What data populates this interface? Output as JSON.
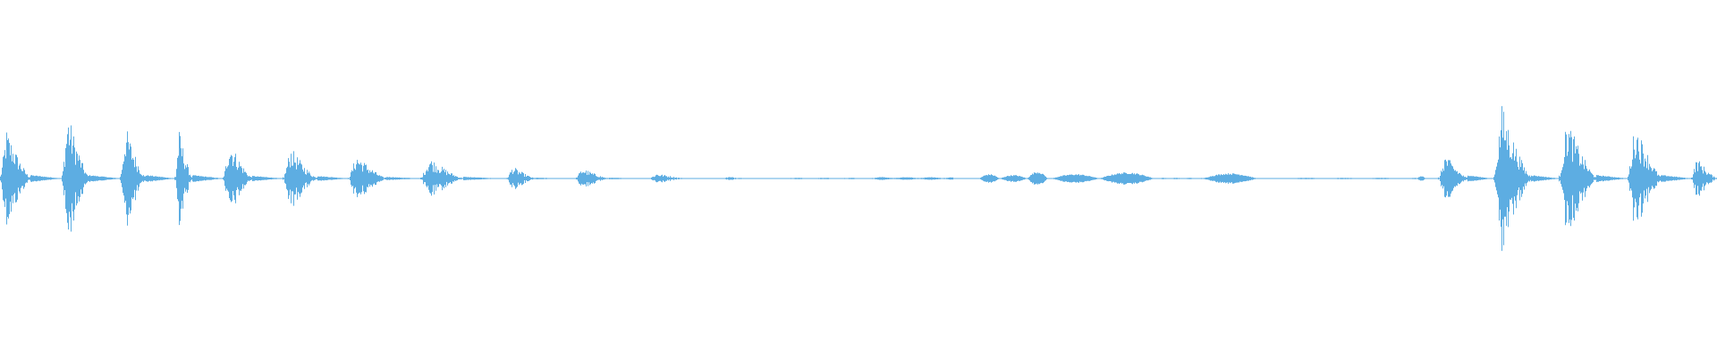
{
  "waveform": {
    "color": "#5dade2",
    "background": "#ffffff",
    "segments": [
      {
        "start": 0.0,
        "end": 0.018,
        "amp": 0.28,
        "shape": "burst"
      },
      {
        "start": 0.018,
        "end": 0.036,
        "amp": 0.02,
        "shape": "tail"
      },
      {
        "start": 0.036,
        "end": 0.052,
        "amp": 0.38,
        "shape": "burst"
      },
      {
        "start": 0.052,
        "end": 0.07,
        "amp": 0.02,
        "shape": "tail"
      },
      {
        "start": 0.07,
        "end": 0.085,
        "amp": 0.3,
        "shape": "burst"
      },
      {
        "start": 0.085,
        "end": 0.102,
        "amp": 0.02,
        "shape": "tail"
      },
      {
        "start": 0.102,
        "end": 0.112,
        "amp": 0.28,
        "shape": "burst"
      },
      {
        "start": 0.112,
        "end": 0.13,
        "amp": 0.02,
        "shape": "tail"
      },
      {
        "start": 0.13,
        "end": 0.147,
        "amp": 0.22,
        "shape": "burst"
      },
      {
        "start": 0.147,
        "end": 0.165,
        "amp": 0.015,
        "shape": "tail"
      },
      {
        "start": 0.165,
        "end": 0.185,
        "amp": 0.18,
        "shape": "burst"
      },
      {
        "start": 0.185,
        "end": 0.203,
        "amp": 0.015,
        "shape": "tail"
      },
      {
        "start": 0.203,
        "end": 0.225,
        "amp": 0.14,
        "shape": "burst"
      },
      {
        "start": 0.225,
        "end": 0.245,
        "amp": 0.01,
        "shape": "tail"
      },
      {
        "start": 0.245,
        "end": 0.27,
        "amp": 0.12,
        "shape": "burst"
      },
      {
        "start": 0.27,
        "end": 0.292,
        "amp": 0.01,
        "shape": "tail"
      },
      {
        "start": 0.295,
        "end": 0.312,
        "amp": 0.07,
        "shape": "burst"
      },
      {
        "start": 0.312,
        "end": 0.33,
        "amp": 0.005,
        "shape": "tail"
      },
      {
        "start": 0.335,
        "end": 0.355,
        "amp": 0.06,
        "shape": "burst"
      },
      {
        "start": 0.355,
        "end": 0.372,
        "amp": 0.005,
        "shape": "tail"
      },
      {
        "start": 0.378,
        "end": 0.4,
        "amp": 0.03,
        "shape": "burst"
      },
      {
        "start": 0.42,
        "end": 0.44,
        "amp": 0.01,
        "shape": "burst"
      },
      {
        "start": 0.46,
        "end": 0.51,
        "amp": 0.004,
        "shape": "hum"
      },
      {
        "start": 0.51,
        "end": 0.555,
        "amp": 0.008,
        "shape": "hum"
      },
      {
        "start": 0.57,
        "end": 0.582,
        "amp": 0.025,
        "shape": "blob"
      },
      {
        "start": 0.582,
        "end": 0.598,
        "amp": 0.02,
        "shape": "blob"
      },
      {
        "start": 0.598,
        "end": 0.61,
        "amp": 0.04,
        "shape": "blob"
      },
      {
        "start": 0.612,
        "end": 0.64,
        "amp": 0.025,
        "shape": "blob"
      },
      {
        "start": 0.64,
        "end": 0.672,
        "amp": 0.035,
        "shape": "blob"
      },
      {
        "start": 0.675,
        "end": 0.7,
        "amp": 0.004,
        "shape": "hum"
      },
      {
        "start": 0.7,
        "end": 0.732,
        "amp": 0.03,
        "shape": "blob"
      },
      {
        "start": 0.755,
        "end": 0.825,
        "amp": 0.004,
        "shape": "hum"
      },
      {
        "start": 0.825,
        "end": 0.83,
        "amp": 0.015,
        "shape": "blob"
      },
      {
        "start": 0.838,
        "end": 0.855,
        "amp": 0.14,
        "shape": "burst"
      },
      {
        "start": 0.855,
        "end": 0.868,
        "amp": 0.02,
        "shape": "tail"
      },
      {
        "start": 0.87,
        "end": 0.892,
        "amp": 0.42,
        "shape": "burst"
      },
      {
        "start": 0.892,
        "end": 0.908,
        "amp": 0.02,
        "shape": "tail"
      },
      {
        "start": 0.908,
        "end": 0.93,
        "amp": 0.34,
        "shape": "burst"
      },
      {
        "start": 0.93,
        "end": 0.948,
        "amp": 0.02,
        "shape": "tail"
      },
      {
        "start": 0.948,
        "end": 0.968,
        "amp": 0.32,
        "shape": "burst"
      },
      {
        "start": 0.968,
        "end": 0.985,
        "amp": 0.02,
        "shape": "tail"
      },
      {
        "start": 0.985,
        "end": 1.0,
        "amp": 0.12,
        "shape": "burst"
      }
    ]
  }
}
